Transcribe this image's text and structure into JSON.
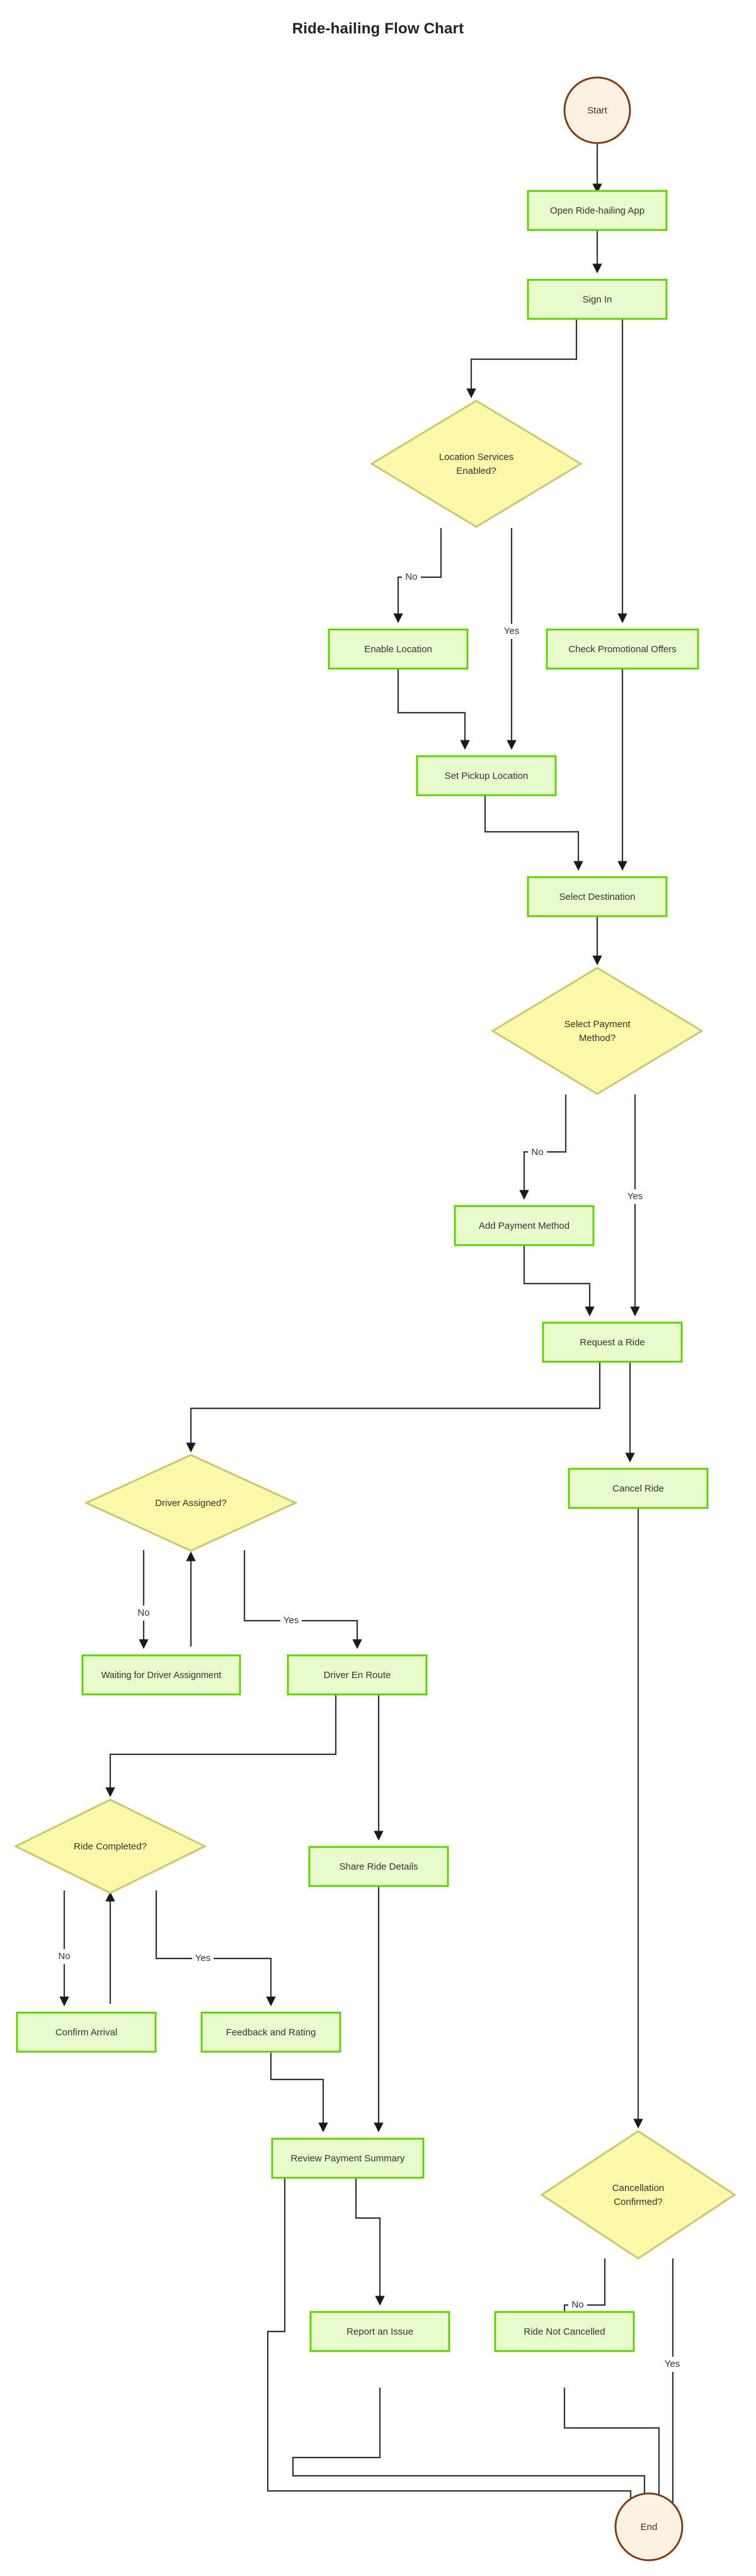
{
  "title": "Ride-hailing Flow Chart",
  "colors": {
    "process_fill": "#E8FBCC",
    "process_stroke": "#63D000",
    "decision_fill": "#FBF8A8",
    "decision_stroke": "#CCC772",
    "terminal_fill": "#FDF2E1",
    "terminal_stroke": "#7A3F1D",
    "edge": "#333333",
    "text": "#333333",
    "background": "#FFFFFF"
  },
  "chart_data": {
    "type": "diagram",
    "diagram_type": "flowchart",
    "title": "Ride-hailing Flow Chart",
    "orientation": "top-to-bottom",
    "nodes": [
      {
        "id": "start",
        "label": "Start",
        "shape": "circle"
      },
      {
        "id": "open_app",
        "label": "Open Ride-hailing App",
        "shape": "rect"
      },
      {
        "id": "sign_in",
        "label": "Sign In",
        "shape": "rect"
      },
      {
        "id": "loc_services",
        "label": "Location Services Enabled?",
        "label_line1": "Location Services",
        "label_line2": "Enabled?",
        "shape": "diamond"
      },
      {
        "id": "enable_location",
        "label": "Enable Location",
        "shape": "rect"
      },
      {
        "id": "check_promos",
        "label": "Check Promotional Offers",
        "shape": "rect"
      },
      {
        "id": "set_pickup",
        "label": "Set Pickup Location",
        "shape": "rect"
      },
      {
        "id": "select_dest",
        "label": "Select Destination",
        "shape": "rect"
      },
      {
        "id": "select_payment",
        "label": "Select Payment Method?",
        "label_line1": "Select Payment",
        "label_line2": "Method?",
        "shape": "diamond"
      },
      {
        "id": "add_payment",
        "label": "Add Payment Method",
        "shape": "rect"
      },
      {
        "id": "request_ride",
        "label": "Request a Ride",
        "shape": "rect"
      },
      {
        "id": "cancel_ride",
        "label": "Cancel Ride",
        "shape": "rect"
      },
      {
        "id": "driver_assigned",
        "label": "Driver Assigned?",
        "shape": "diamond"
      },
      {
        "id": "waiting_driver",
        "label": "Waiting for Driver Assignment",
        "shape": "rect"
      },
      {
        "id": "driver_en_route",
        "label": "Driver En Route",
        "shape": "rect"
      },
      {
        "id": "ride_completed",
        "label": "Ride Completed?",
        "shape": "diamond"
      },
      {
        "id": "share_ride",
        "label": "Share Ride Details",
        "shape": "rect"
      },
      {
        "id": "confirm_arrival",
        "label": "Confirm Arrival",
        "shape": "rect"
      },
      {
        "id": "feedback_rating",
        "label": "Feedback and Rating",
        "shape": "rect"
      },
      {
        "id": "review_payment",
        "label": "Review Payment Summary",
        "shape": "rect"
      },
      {
        "id": "cancellation_confirmed",
        "label": "Cancellation Confirmed?",
        "label_line1": "Cancellation",
        "label_line2": "Confirmed?",
        "shape": "diamond"
      },
      {
        "id": "report_issue",
        "label": "Report an Issue",
        "shape": "rect"
      },
      {
        "id": "ride_not_cancelled",
        "label": "Ride Not Cancelled",
        "shape": "rect"
      },
      {
        "id": "end",
        "label": "End",
        "shape": "circle"
      }
    ],
    "edges": [
      {
        "from": "start",
        "to": "open_app",
        "label": ""
      },
      {
        "from": "open_app",
        "to": "sign_in",
        "label": ""
      },
      {
        "from": "sign_in",
        "to": "loc_services",
        "label": ""
      },
      {
        "from": "sign_in",
        "to": "check_promos",
        "label": ""
      },
      {
        "from": "loc_services",
        "to": "enable_location",
        "label": "No"
      },
      {
        "from": "loc_services",
        "to": "set_pickup",
        "label": "Yes"
      },
      {
        "from": "enable_location",
        "to": "set_pickup",
        "label": ""
      },
      {
        "from": "set_pickup",
        "to": "select_dest",
        "label": ""
      },
      {
        "from": "check_promos",
        "to": "select_dest",
        "label": ""
      },
      {
        "from": "select_dest",
        "to": "select_payment",
        "label": ""
      },
      {
        "from": "select_payment",
        "to": "add_payment",
        "label": "No"
      },
      {
        "from": "select_payment",
        "to": "request_ride",
        "label": "Yes"
      },
      {
        "from": "add_payment",
        "to": "request_ride",
        "label": ""
      },
      {
        "from": "request_ride",
        "to": "driver_assigned",
        "label": ""
      },
      {
        "from": "request_ride",
        "to": "cancel_ride",
        "label": ""
      },
      {
        "from": "driver_assigned",
        "to": "waiting_driver",
        "label": "No"
      },
      {
        "from": "driver_assigned",
        "to": "driver_en_route",
        "label": "Yes"
      },
      {
        "from": "waiting_driver",
        "to": "driver_assigned",
        "label": ""
      },
      {
        "from": "driver_en_route",
        "to": "ride_completed",
        "label": ""
      },
      {
        "from": "driver_en_route",
        "to": "share_ride",
        "label": ""
      },
      {
        "from": "ride_completed",
        "to": "confirm_arrival",
        "label": "No"
      },
      {
        "from": "ride_completed",
        "to": "feedback_rating",
        "label": "Yes"
      },
      {
        "from": "confirm_arrival",
        "to": "ride_completed",
        "label": ""
      },
      {
        "from": "share_ride",
        "to": "review_payment",
        "label": ""
      },
      {
        "from": "feedback_rating",
        "to": "review_payment",
        "label": ""
      },
      {
        "from": "review_payment",
        "to": "report_issue",
        "label": ""
      },
      {
        "from": "review_payment",
        "to": "end",
        "label": ""
      },
      {
        "from": "cancel_ride",
        "to": "cancellation_confirmed",
        "label": ""
      },
      {
        "from": "cancellation_confirmed",
        "to": "ride_not_cancelled",
        "label": "No"
      },
      {
        "from": "cancellation_confirmed",
        "to": "end",
        "label": "Yes"
      },
      {
        "from": "report_issue",
        "to": "end",
        "label": ""
      },
      {
        "from": "ride_not_cancelled",
        "to": "end",
        "label": ""
      }
    ],
    "edge_labels": [
      "No",
      "Yes"
    ]
  },
  "nodes": {
    "start": "Start",
    "open_app": "Open Ride-hailing App",
    "sign_in": "Sign In",
    "loc_services_l1": "Location Services",
    "loc_services_l2": "Enabled?",
    "enable_location": "Enable Location",
    "check_promos": "Check Promotional Offers",
    "set_pickup": "Set Pickup Location",
    "select_dest": "Select Destination",
    "select_payment_l1": "Select Payment",
    "select_payment_l2": "Method?",
    "add_payment": "Add Payment Method",
    "request_ride": "Request a Ride",
    "cancel_ride": "Cancel Ride",
    "driver_assigned": "Driver Assigned?",
    "waiting_driver": "Waiting for Driver Assignment",
    "driver_en_route": "Driver En Route",
    "ride_completed": "Ride Completed?",
    "share_ride": "Share Ride Details",
    "confirm_arrival": "Confirm Arrival",
    "feedback_rating": "Feedback and Rating",
    "review_payment": "Review Payment Summary",
    "cancellation_l1": "Cancellation",
    "cancellation_l2": "Confirmed?",
    "report_issue": "Report an Issue",
    "ride_not_cancelled": "Ride Not Cancelled",
    "end": "End"
  },
  "labels": {
    "loc_no": "No",
    "loc_yes": "Yes",
    "pay_no": "No",
    "pay_yes": "Yes",
    "driver_no": "No",
    "driver_yes": "Yes",
    "ride_no": "No",
    "ride_yes": "Yes",
    "cancel_no": "No",
    "cancel_yes": "Yes"
  }
}
